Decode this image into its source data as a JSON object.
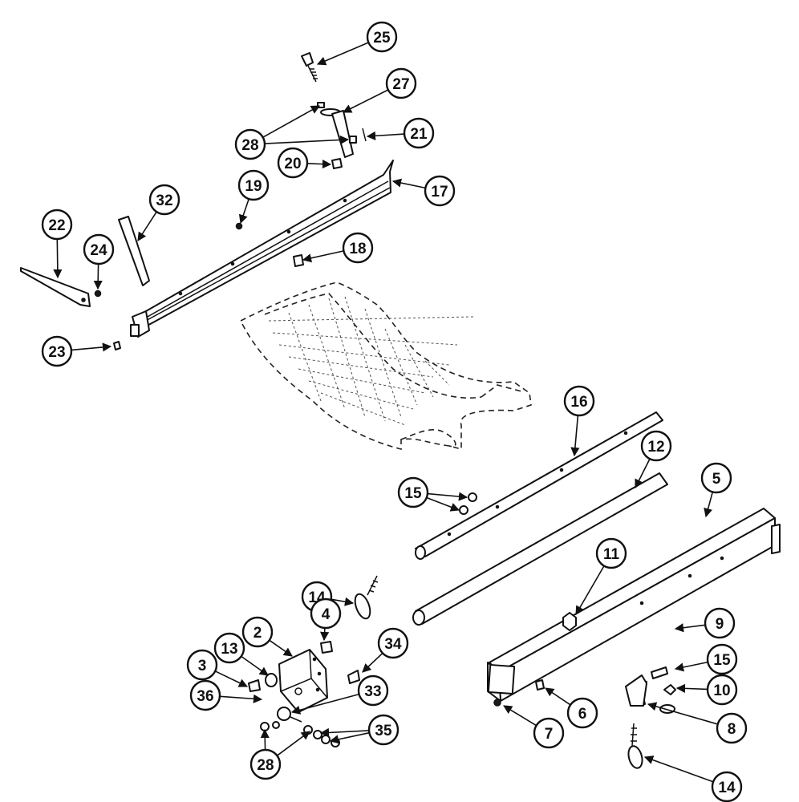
{
  "callouts": [
    {
      "label": "25"
    },
    {
      "label": "27"
    },
    {
      "label": "21"
    },
    {
      "label": "28"
    },
    {
      "label": "20"
    },
    {
      "label": "17"
    },
    {
      "label": "19"
    },
    {
      "label": "32"
    },
    {
      "label": "22"
    },
    {
      "label": "24"
    },
    {
      "label": "18"
    },
    {
      "label": "23"
    },
    {
      "label": "16"
    },
    {
      "label": "12"
    },
    {
      "label": "15"
    },
    {
      "label": "5"
    },
    {
      "label": "11"
    },
    {
      "label": "14"
    },
    {
      "label": "4"
    },
    {
      "label": "2"
    },
    {
      "label": "13"
    },
    {
      "label": "3"
    },
    {
      "label": "34"
    },
    {
      "label": "33"
    },
    {
      "label": "36"
    },
    {
      "label": "35"
    },
    {
      "label": "28"
    },
    {
      "label": "9"
    },
    {
      "label": "15"
    },
    {
      "label": "10"
    },
    {
      "label": "6"
    },
    {
      "label": "7"
    },
    {
      "label": "8"
    },
    {
      "label": "14"
    }
  ]
}
